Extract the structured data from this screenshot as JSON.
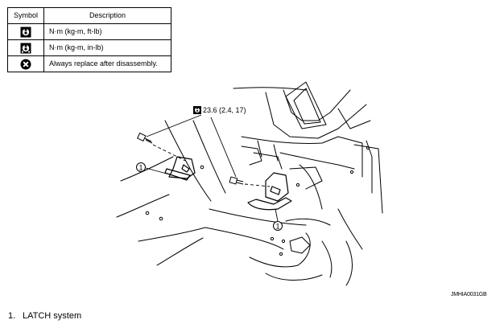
{
  "legend": {
    "header_symbol": "Symbol",
    "header_description": "Description",
    "rows": [
      {
        "icon": "torque-wrench-icon",
        "text": "N·m (kg-m, ft-lb)"
      },
      {
        "icon": "torque-wrench-in-lb-icon",
        "text": "N·m (kg-m, in-lb)"
      },
      {
        "icon": "always-replace-icon",
        "text": "Always replace after disassembly."
      }
    ]
  },
  "diagram": {
    "torque_label": "23.6 (2.4, 17)",
    "callouts": [
      "1",
      "1"
    ],
    "figure_code": "JMHIA0031GB"
  },
  "caption": {
    "number": "1.",
    "text": "LATCH system"
  }
}
